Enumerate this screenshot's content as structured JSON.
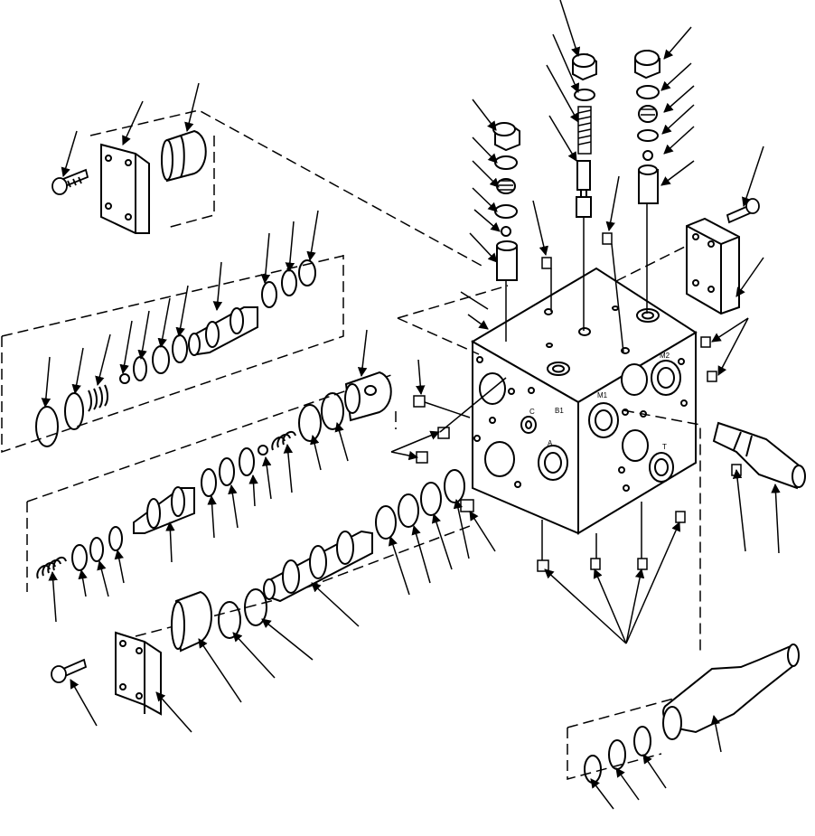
{
  "diagram": {
    "kind": "exploded-parts-view",
    "colors": {
      "ink": "#000000",
      "paper": "#ffffff",
      "shade": "#d0d0d0"
    },
    "port_labels": {
      "m2": "M2",
      "m1": "M1",
      "b1": "B1",
      "c": "C",
      "t": "T",
      "a": "A"
    }
  }
}
